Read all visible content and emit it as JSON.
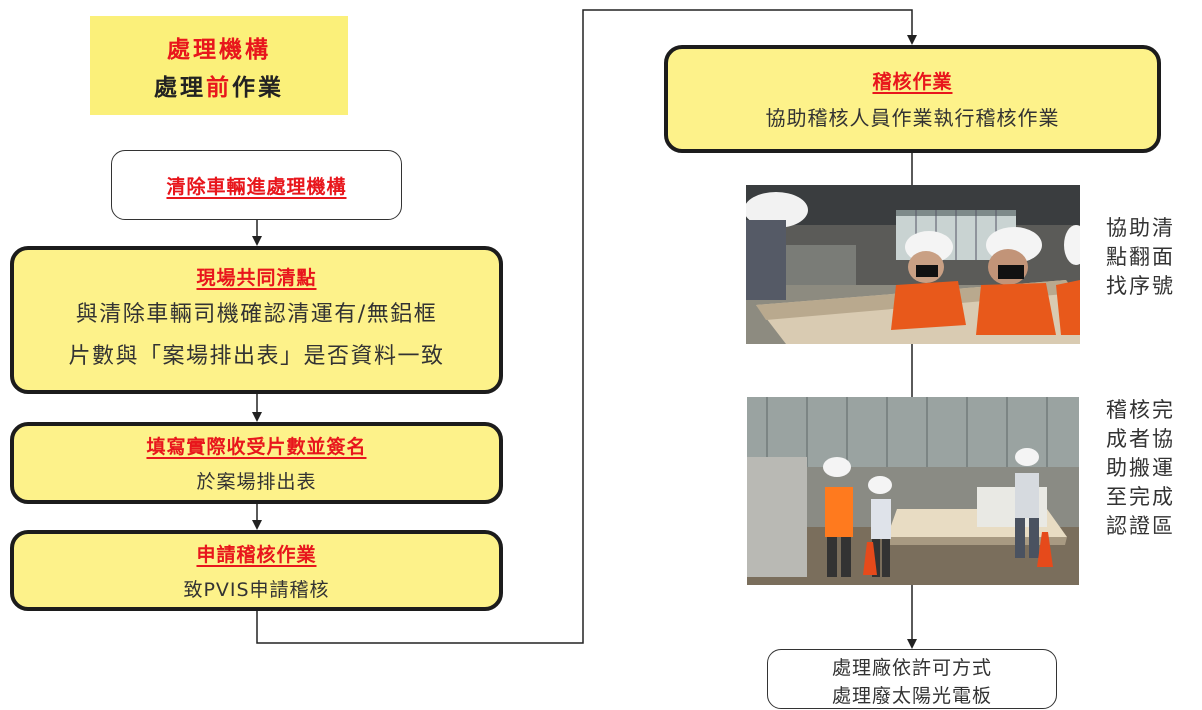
{
  "header": {
    "line1": "處理機構",
    "line2_before": "處理",
    "line2_highlight": "前",
    "line2_after": "作業"
  },
  "left_steps": [
    {
      "title": "清除車輛進處理機構"
    },
    {
      "title": "現場共同清點",
      "body_lines": [
        "與清除車輛司機確認清運有/無鋁框",
        "片數與「案場排出表」是否資料一致"
      ]
    },
    {
      "title": "填寫實際收受片數並簽名",
      "body": "於案場排出表"
    },
    {
      "title": "申請稽核作業",
      "body": "致PVIS申請稽核"
    }
  ],
  "audit": {
    "title": "稽核作業",
    "body": "協助稽核人員作業執行稽核作業"
  },
  "photo_captions": [
    {
      "lines": [
        "協助清",
        "點翻面",
        "找序號"
      ]
    },
    {
      "lines": [
        "稽核完",
        "成者協",
        "助搬運",
        "至完成",
        "認證區"
      ]
    }
  ],
  "final": {
    "lines": [
      "處理廠依許可方式",
      "處理廢太陽光電板"
    ]
  },
  "colors": {
    "box_yellow": "#fdf28a",
    "header_yellow": "#fbf07a",
    "accent_red": "#e8161c",
    "border_dark": "#1c1c1c"
  }
}
